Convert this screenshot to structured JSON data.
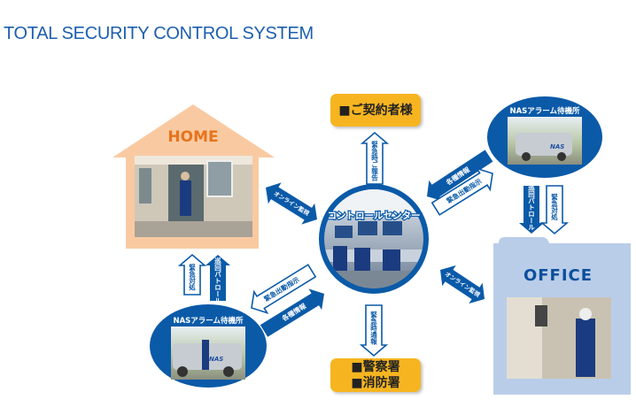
{
  "title": "TOTAL SECURITY CONTROL SYSTEM",
  "home": {
    "label": "HOME"
  },
  "office": {
    "label": "OFFICE"
  },
  "control_center": {
    "label": "コントロールセンター"
  },
  "contract_box": {
    "label": "■ご契約者様"
  },
  "police_box": {
    "lines": [
      "■警察署",
      "■消防署"
    ]
  },
  "standby_top": {
    "label": "NASアラーム待機所",
    "car_text": "NAS"
  },
  "standby_bottom": {
    "label": "NASアラーム待機所",
    "car_text": "NAS"
  },
  "arrows": {
    "to_contract": "緊急時ご報告",
    "to_police": "緊急時通報",
    "home_online": "オンライン監視",
    "office_online": "オンライン監視",
    "top_info": "各種情報",
    "top_dispatch": "緊急出動指示",
    "bottom_dispatch": "緊急出動指示",
    "bottom_info": "各種情報",
    "home_response": "緊急対処",
    "home_patrol": "巡回パトロール",
    "office_patrol": "巡回パトロール",
    "office_response": "緊急対処"
  },
  "colors": {
    "blue": "#0b5aa8",
    "yellow": "#f6b520",
    "house": "#f9caa2",
    "office": "#b9cde9",
    "home_text": "#e8731c"
  }
}
